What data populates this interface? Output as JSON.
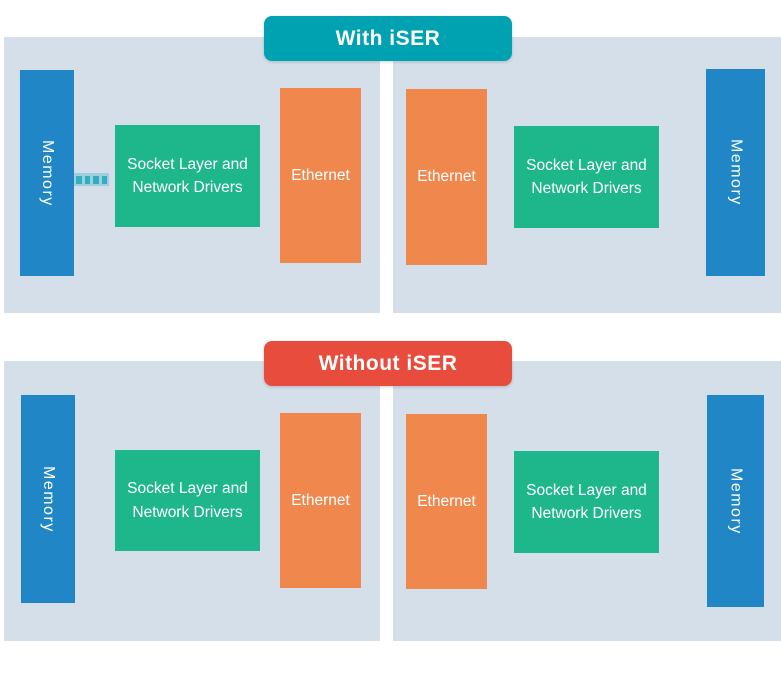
{
  "title": "iSER vs non-iSER data path diagram",
  "colors": {
    "teal": "#00a2b2",
    "red": "#e74c3c",
    "blue": "#2186c6",
    "green": "#1eb78c",
    "orange": "#f0884e",
    "panel": "#d5dfe9",
    "connector": "#35adc0"
  },
  "sections": [
    {
      "badge_label": "With iSER",
      "panels": [
        {
          "memory_label": "Memory",
          "socket_label": "Socket Layer and Network Drivers",
          "ethernet_label": "Ethernet",
          "has_memory_bypass_connector": true
        },
        {
          "memory_label": "Memory",
          "socket_label": "Socket Layer and Network Drivers",
          "ethernet_label": "Ethernet",
          "has_memory_bypass_connector": false
        }
      ]
    },
    {
      "badge_label": "Without iSER",
      "panels": [
        {
          "memory_label": "Memory",
          "socket_label": "Socket Layer and Network Drivers",
          "ethernet_label": "Ethernet",
          "has_memory_bypass_connector": false
        },
        {
          "memory_label": "Memory",
          "socket_label": "Socket Layer and Network Drivers",
          "ethernet_label": "Ethernet",
          "has_memory_bypass_connector": false
        }
      ]
    }
  ]
}
